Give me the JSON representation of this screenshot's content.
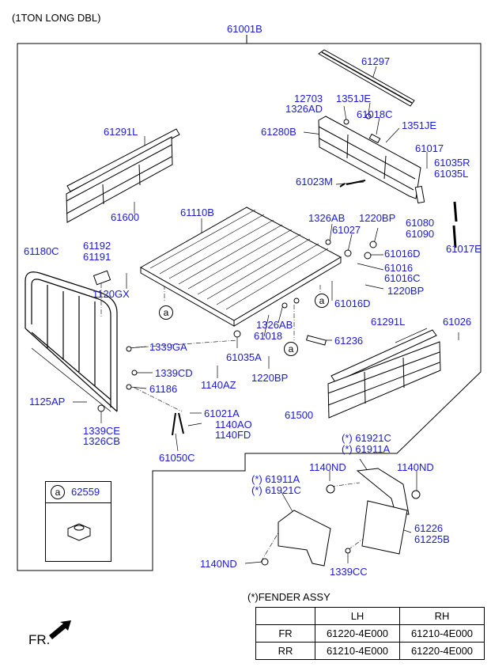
{
  "header": {
    "model": "(1TON LONG DBL)"
  },
  "assembly": "61001B",
  "parts": {
    "p61297": "61297",
    "p12703": "12703",
    "p1326AD": "1326AD",
    "p1351JE_a": "1351JE",
    "p61018C": "61018C",
    "p1351JE_b": "1351JE",
    "p61280B": "61280B",
    "p61291L_a": "61291L",
    "p61017": "61017",
    "p61035R": "61035R",
    "p61035L": "61035L",
    "p61023M": "61023M",
    "p61600": "61600",
    "p61110B": "61110B",
    "p1326AB_a": "1326AB",
    "p1220BP_a": "1220BP",
    "p61080": "61080",
    "p61090": "61090",
    "p61027": "61027",
    "p61016D_a": "61016D",
    "p61017E": "61017E",
    "p61180C": "61180C",
    "p61192": "61192",
    "p61191": "61191",
    "p61016": "61016",
    "p61016C": "61016C",
    "p1220BP_b": "1220BP",
    "p1120GX": "1120GX",
    "p61016D_b": "61016D",
    "p61291L_b": "61291L",
    "p61026": "61026",
    "p1326AB_b": "1326AB",
    "p61018": "61018",
    "p61236": "61236",
    "p1339GA": "1339GA",
    "p61035A": "61035A",
    "p1339CD": "1339CD",
    "p1220BP_c": "1220BP",
    "p1140AZ": "1140AZ",
    "p61186": "61186",
    "p1125AP": "1125AP",
    "p61500": "61500",
    "p61021A": "61021A",
    "p1140AO": "1140AO",
    "p1140FD": "1140FD",
    "p1339CE": "1339CE",
    "p1326CB": "1326CB",
    "p61050C": "61050C",
    "p61921C_a": "(*) 61921C",
    "p61911A_a": "(*) 61911A",
    "p1140ND_a": "1140ND",
    "p1140ND_b": "1140ND",
    "p61911A_b": "(*) 61911A",
    "p61921C_b": "(*) 61921C",
    "p61226": "61226",
    "p61225B": "61225B",
    "p1140ND_c": "1140ND",
    "p1339CC": "1339CC"
  },
  "callouts": {
    "a1": "a",
    "a2": "a",
    "a3": "a"
  },
  "inset": {
    "key": "a",
    "part": "62559"
  },
  "fender": {
    "title": "(*)FENDER ASSY",
    "headers": [
      "",
      "LH",
      "RH"
    ],
    "rows": [
      {
        "pos": "FR",
        "lh": "61220-4E000",
        "rh": "61210-4E000"
      },
      {
        "pos": "RR",
        "lh": "61210-4E000",
        "rh": "61220-4E000"
      }
    ]
  },
  "direction": {
    "label": "FR."
  },
  "colors": {
    "label": "#1a1ad6",
    "line": "#000000"
  }
}
